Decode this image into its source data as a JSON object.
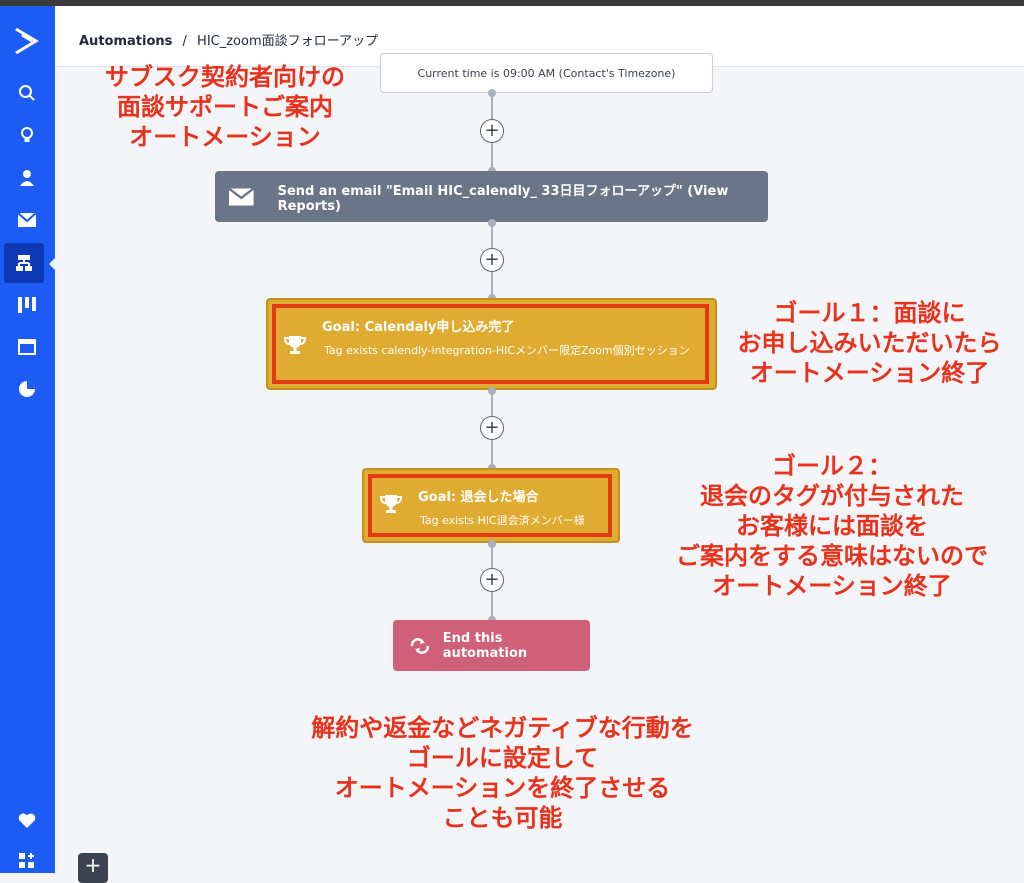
{
  "header": {
    "breadcrumb_root": "Automations",
    "separator": "/",
    "breadcrumb_current": "HIC_zoom面談フォローアップ"
  },
  "sidebar": {
    "items": [
      "logo-icon",
      "search-icon",
      "lightbulb-icon",
      "contact-icon",
      "mail-icon",
      "automation-icon",
      "pipeline-icon",
      "site-icon",
      "reports-icon",
      "heart-icon",
      "apps-icon"
    ],
    "accent": "#1c5cf5"
  },
  "flow": {
    "timer_text": "Current time is 09:00 AM (Contact's Timezone)",
    "email_label": "Send an email \"Email HIC_calendly_ 33日目フォローアップ\" (View Reports)",
    "goal1_title": "Goal: Calendaly申し込み完了",
    "goal1_sub": "Tag exists calendly-integration-HICメンバー限定Zoom個別セッション",
    "goal2_title": "Goal: 退会した場合",
    "goal2_sub": "Tag exists HIC退会済メンバー様",
    "end_label": "End this automation",
    "add_symbol": "+"
  },
  "annotations": {
    "top_left": [
      "サブスク契約者向けの",
      "面談サポートご案内",
      "オートメーション"
    ],
    "goal1": [
      "ゴール１：面談に",
      "お申し込みいただいたら",
      "オートメーション終了"
    ],
    "goal2": [
      "ゴール２：",
      "退会のタグが付与された",
      "お客様には面談を",
      "ご案内をする意味はないので",
      "オートメーション終了"
    ],
    "bottom": [
      "解約や返金などネガティブな行動を",
      "ゴールに設定して",
      "オートメーションを終了させる",
      "ことも可能"
    ]
  },
  "colors": {
    "goal": "#e0ab31",
    "email": "#6b7588",
    "end": "#cf6077",
    "annotation": "#e8321c"
  }
}
